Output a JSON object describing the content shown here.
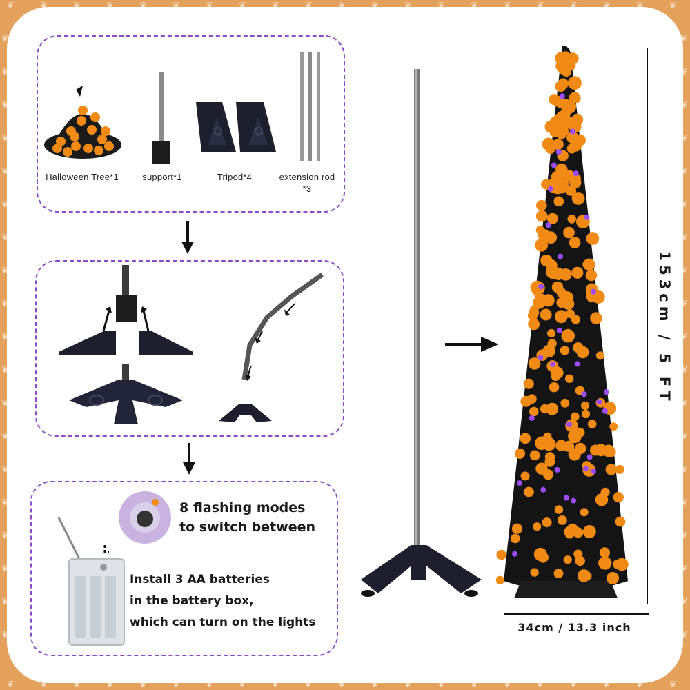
{
  "parts": {
    "tree": "Halloween Tree*1",
    "support": "support*1",
    "tripod": "Tripod*4",
    "rod_line1": "extension rod",
    "rod_line2": "*3"
  },
  "flash": {
    "line1": "8 flashing modes",
    "line2": "to switch between"
  },
  "battery": {
    "line1": "Install 3 AA batteries",
    "line2": "in the battery box,",
    "line3": "which can turn on the lights"
  },
  "dimensions": {
    "height": "153cm / 5 FT",
    "width": "34cm / 13.3 inch"
  },
  "colors": {
    "frame": "#e3a15b",
    "dashed_border": "#8c4cc9",
    "pumpkin": "#f08a14",
    "tree_dark": "#111111",
    "light_purple": "#9b4dff"
  },
  "icons": [
    "ghost-pattern",
    "arrow-down-icon",
    "arrow-right-icon"
  ]
}
